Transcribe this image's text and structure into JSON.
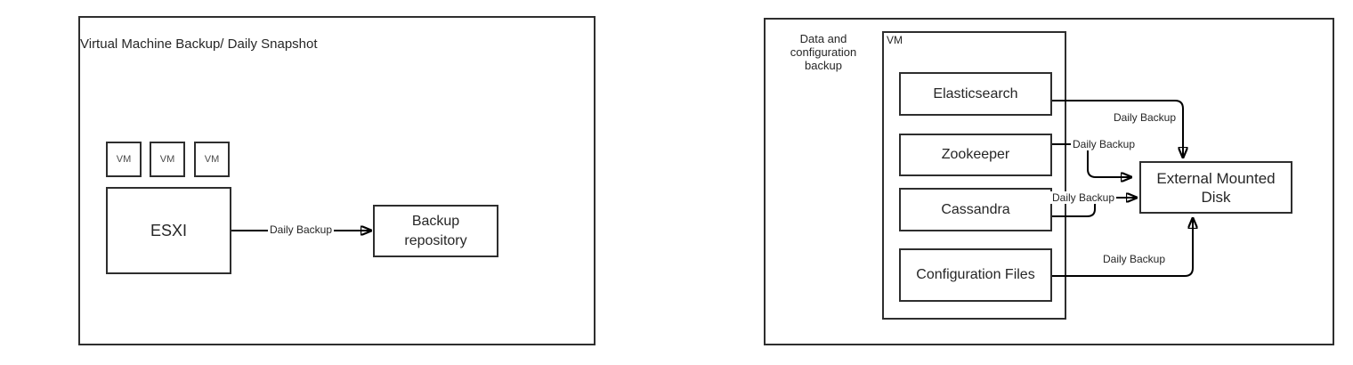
{
  "colors": {
    "background": "#ffffff",
    "stroke": "#2e2e2e",
    "arrow": "#000000",
    "text": "#262626"
  },
  "diagram_left": {
    "title": "Virtual Machine Backup/ Daily Snapshot",
    "vm_boxes": [
      {
        "label": "VM"
      },
      {
        "label": "VM"
      },
      {
        "label": "VM"
      }
    ],
    "esxi_label": "ESXI",
    "backup_repository_label": "Backup repository",
    "edge_label": "Daily Backup"
  },
  "diagram_right": {
    "group_label": "Data and configuration backup",
    "vm_label": "VM",
    "services": [
      {
        "label": "Elasticsearch",
        "edge_label": "Daily Backup"
      },
      {
        "label": "Zookeeper",
        "edge_label": "Daily Backup"
      },
      {
        "label": "Cassandra",
        "edge_label": "Daily Backup"
      },
      {
        "label": "Configuration Files",
        "edge_label": "Daily Backup"
      }
    ],
    "target_label": "External Mounted Disk"
  }
}
